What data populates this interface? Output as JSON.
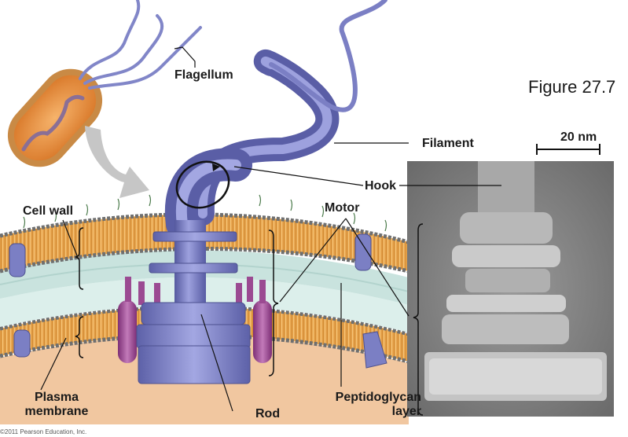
{
  "figure_title": "Figure 27.7",
  "scale_bar": "20 nm",
  "labels": {
    "flagellum": "Flagellum",
    "filament": "Filament",
    "hook": "Hook",
    "motor": "Motor",
    "cell_wall": "Cell wall",
    "plasma_membrane": "Plasma membrane",
    "rod": "Rod",
    "peptidoglycan_layer": "Peptidoglycan layer"
  },
  "copyright": "©2011 Pearson Education, Inc.",
  "colors": {
    "motor_blue": "#7b7fc4",
    "membrane_orange": "#e8a24c",
    "protein_magenta": "#9b4a92",
    "cytoplasm": "#f1c7a0",
    "peptidoglycan": "#c9e3de"
  }
}
